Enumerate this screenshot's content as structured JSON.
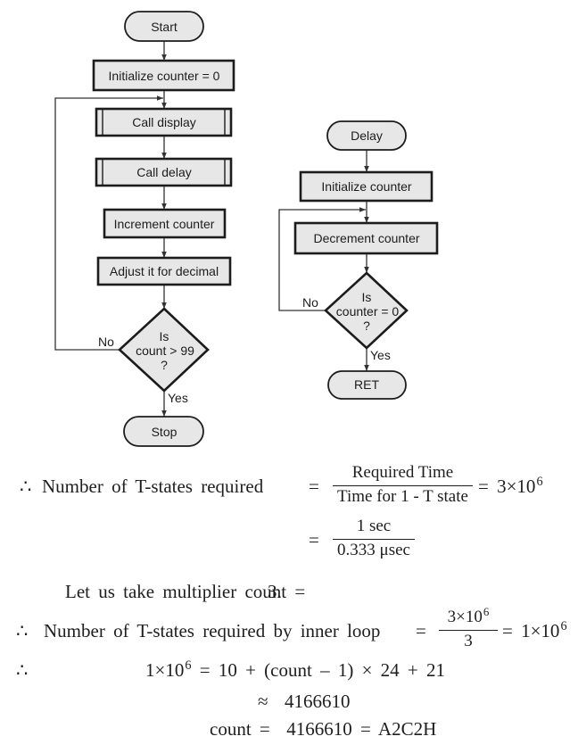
{
  "flowchart_main": {
    "nodes": {
      "start": {
        "shape": "terminal",
        "label": "Start"
      },
      "init": {
        "shape": "process",
        "label": "Initialize counter = 0"
      },
      "call_display": {
        "shape": "predefined-process",
        "label": "Call display"
      },
      "call_delay": {
        "shape": "predefined-process",
        "label": "Call delay"
      },
      "increment": {
        "shape": "process",
        "label": "Increment counter"
      },
      "adjust": {
        "shape": "process",
        "label": "Adjust it for decimal"
      },
      "decision": {
        "shape": "decision",
        "lines": [
          "Is",
          "count > 99",
          "?"
        ]
      },
      "stop": {
        "shape": "terminal",
        "label": "Stop"
      }
    },
    "edge_labels": {
      "no": "No",
      "yes": "Yes"
    }
  },
  "flowchart_delay": {
    "nodes": {
      "start": {
        "shape": "terminal",
        "label": "Delay"
      },
      "init": {
        "shape": "process",
        "label": "Initialize counter"
      },
      "decrement": {
        "shape": "process",
        "label": "Decrement counter"
      },
      "decision": {
        "shape": "decision",
        "lines": [
          "Is",
          "counter = 0",
          "?"
        ]
      },
      "end": {
        "shape": "terminal",
        "label": "RET"
      }
    },
    "edge_labels": {
      "no": "No",
      "yes": "Yes"
    }
  },
  "calculation": {
    "line1": {
      "therefore": "∴",
      "text": "Number of T-states required",
      "eq": "=",
      "numerator": "Required Time",
      "denominator": "Time for 1 - T state",
      "eq2": "=",
      "result_base": "3×10",
      "result_exp": "6"
    },
    "line2": {
      "eq": "=",
      "numerator": "1 sec",
      "denominator": "0.333 μsec"
    },
    "line3": {
      "text": "Let us take multiplier count =",
      "value": "3."
    },
    "line4": {
      "therefore": "∴",
      "text": "Number of T-states required by inner loop",
      "eq": "=",
      "numerator_base": "3×10",
      "numerator_exp": "6",
      "denominator": "3",
      "eq2": "=",
      "result_base": "1×10",
      "result_exp": "6"
    },
    "line5": {
      "therefore": "∴",
      "lhs_base": "1×10",
      "lhs_exp": "6",
      "rhs": " = 10 + (count – 1) × 24 + 21"
    },
    "line6": {
      "text": "≈  4166610"
    },
    "line7": {
      "text": "count =  4166610 = A2C2H"
    }
  }
}
